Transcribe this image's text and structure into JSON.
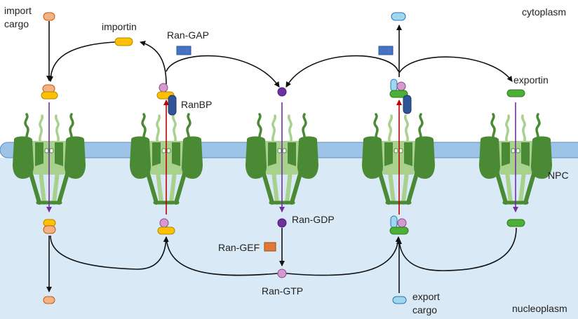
{
  "labels": {
    "import_cargo_line1": "import",
    "import_cargo_line2": "cargo",
    "importin": "importin",
    "ran_gap": "Ran-GAP",
    "ranbp": "RanBP",
    "cytoplasm": "cytoplasm",
    "exportin": "exportin",
    "npc": "NPC",
    "ran_gdp": "Ran-GDP",
    "ran_gef": "Ran-GEF",
    "ran_gtp": "Ran-GTP",
    "export_cargo_line1": "export",
    "export_cargo_line2": "cargo",
    "nucleoplasm": "nucleoplasm"
  },
  "colors": {
    "nucleoplasm_fill": "#d9e9f5",
    "membrane": "#9dc3e6",
    "membrane_edge": "#5b8fc0",
    "npc_dark": "#4a8a34",
    "npc_light": "#a9d18e",
    "import_cargo": "#f4b183",
    "importin": "#ffc000",
    "ran_gtp": "#d59ad0",
    "ran_gdp": "#7030a0",
    "ran_gap": "#4472c4",
    "ranbp": "#2f5597",
    "ran_gef": "#e07a3a",
    "exportin": "#4caf38",
    "export_cargo": "#9fd6f0",
    "import_arrow": "#7030a0",
    "export_arrow": "#c00000"
  },
  "icons": [
    "nuclear-pore-complex-icon",
    "protein-capsule-icon",
    "ran-sphere-icon",
    "enzyme-block-icon"
  ]
}
